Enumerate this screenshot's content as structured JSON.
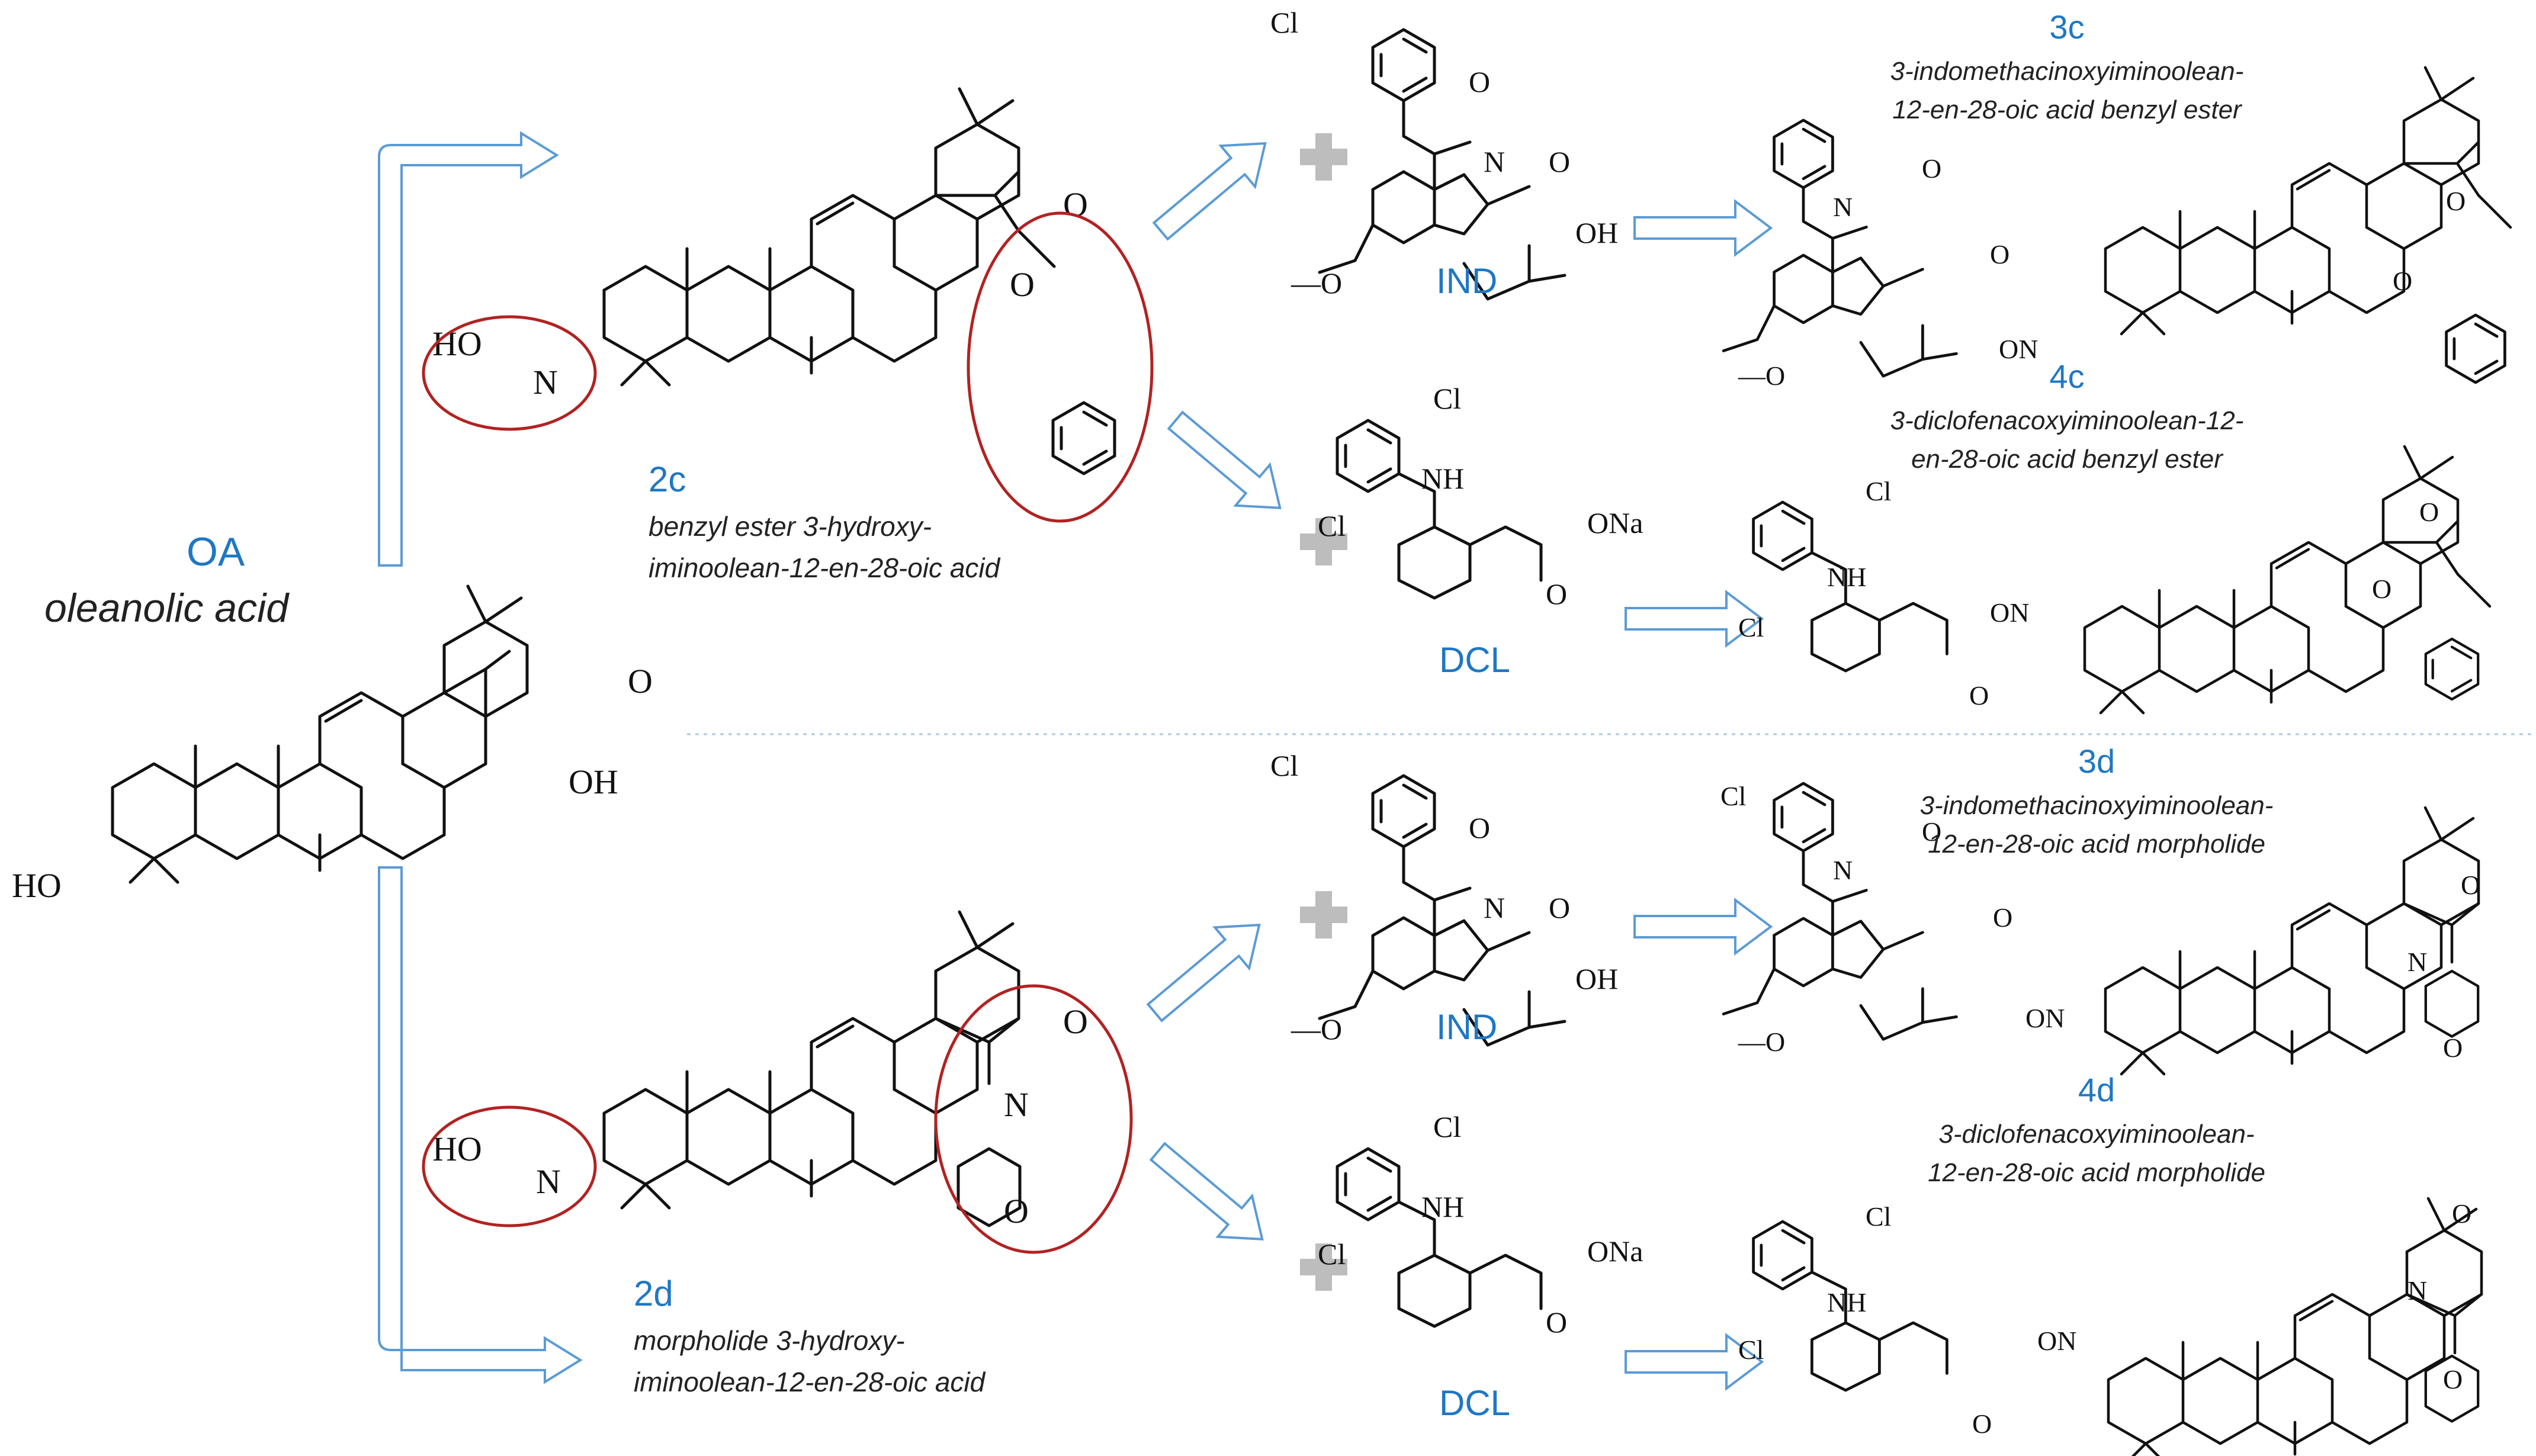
{
  "starting_material": {
    "code": "OA",
    "name": "oleanolic acid"
  },
  "intermediates": [
    {
      "code": "2c",
      "name": "benzyl ester 3-hydroxy-iminoolean-12-en-28-oic acid",
      "line1": "benzyl ester 3-hydroxy-",
      "line2": "iminoolean-12-en-28-oic acid"
    },
    {
      "code": "2d",
      "name": "morpholide 3-hydroxy-iminoolean-12-en-28-oic acid",
      "line1": "morpholide 3-hydroxy-",
      "line2": "iminoolean-12-en-28-oic acid"
    }
  ],
  "reagents": {
    "ind": "IND",
    "dcl": "DCL"
  },
  "products": [
    {
      "code": "3c",
      "line1": "3-indomethacinoxyiminoolean-",
      "line2": "12-en-28-oic acid benzyl ester"
    },
    {
      "code": "4c",
      "line1": "3-diclofenacoxyiminoolean-12-",
      "line2": "en-28-oic acid benzyl ester"
    },
    {
      "code": "3d",
      "line1": "3-indomethacinoxyiminoolean-",
      "line2": "12-en-28-oic acid morpholide"
    },
    {
      "code": "4d",
      "line1": "3-diclofenacoxyiminoolean-",
      "line2": "12-en-28-oic acid morpholide"
    }
  ],
  "atom_labels": {
    "cl": "Cl",
    "o": "O",
    "oh": "OH",
    "ho": "HO",
    "n": "N",
    "nh": "NH",
    "ona": "ONa",
    "ho_n": "HO",
    "on": "ON",
    "methoxy": "—O"
  },
  "colors": {
    "label_blue": "#1f77c4",
    "arrow_stroke": "#5b9bd5",
    "highlight_ring": "#b22222",
    "plus_gray": "#bdbdbd"
  }
}
